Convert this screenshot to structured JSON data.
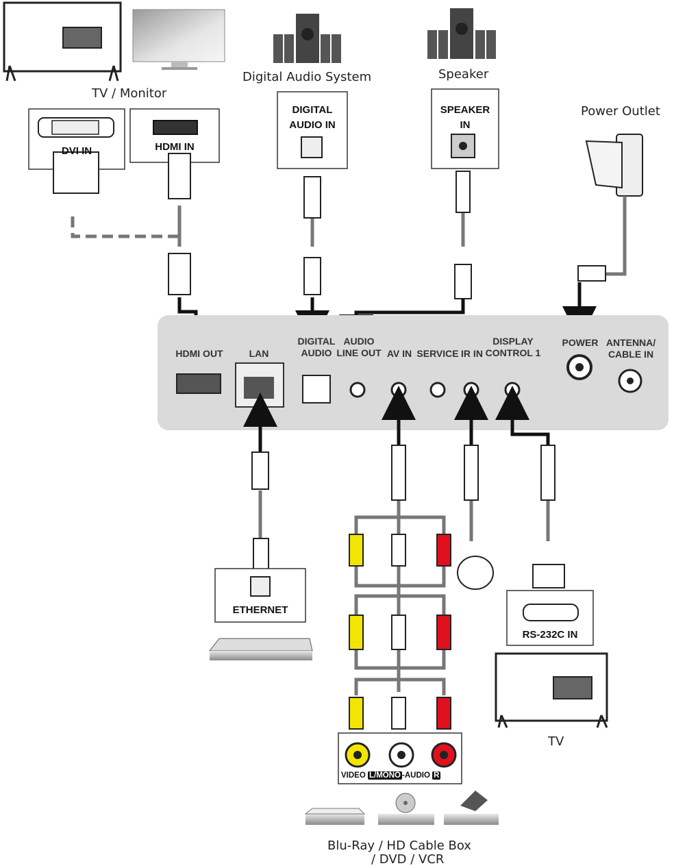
{
  "devices": {
    "tv_monitor": "TV / Monitor",
    "digital_audio_system": "Digital Audio System",
    "speaker": "Speaker",
    "power_outlet": "Power Outlet",
    "tv": "TV",
    "sources_line1": "Blu-Ray / HD Cable Box",
    "sources_line2": "/ DVD / VCR"
  },
  "input_boxes": {
    "dvi_in": "DVI IN",
    "hdmi_in": "HDMI IN",
    "digital_audio_in_1": "DIGITAL",
    "digital_audio_in_2": "AUDIO IN",
    "speaker_in_1": "SPEAKER",
    "speaker_in_2": "IN",
    "ethernet": "ETHERNET",
    "rs232c_in": "RS-232C IN"
  },
  "av_jacks": {
    "video": "VIDEO",
    "l_mono": "L/MONO",
    "audio": "AUDIO",
    "r": "R"
  },
  "panel_ports": [
    {
      "line1": "HDMI OUT",
      "line2": ""
    },
    {
      "line1": "LAN",
      "line2": ""
    },
    {
      "line1": "DIGITAL",
      "line2": "AUDIO"
    },
    {
      "line1": "AUDIO",
      "line2": "LINE OUT"
    },
    {
      "line1": "AV IN",
      "line2": ""
    },
    {
      "line1": "SERVICE",
      "line2": ""
    },
    {
      "line1": "IR IN",
      "line2": ""
    },
    {
      "line1": "DISPLAY",
      "line2": "CONTROL 1"
    },
    {
      "line1": "POWER",
      "line2": ""
    },
    {
      "line1": "ANTENNA/",
      "line2": "CABLE IN"
    }
  ],
  "colors": {
    "panel": "#dadada",
    "cable": "#777777",
    "arrow": "#111111",
    "rca_yellow": "#f2e600",
    "rca_red": "#e0101e",
    "rca_white": "#ffffff"
  }
}
